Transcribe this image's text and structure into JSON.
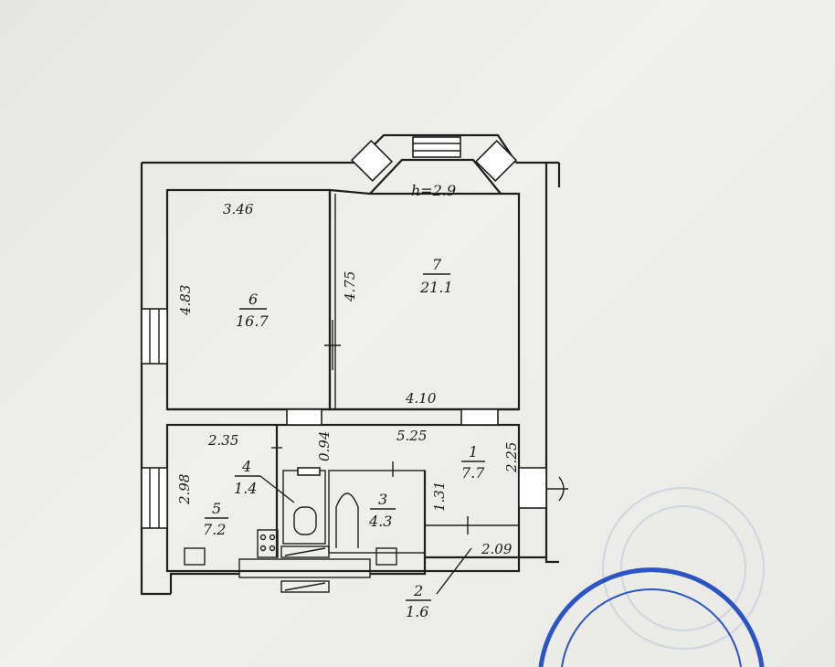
{
  "plan": {
    "ceiling_height": "h=2.9",
    "rooms": [
      {
        "number": "6",
        "area": "16.7"
      },
      {
        "number": "7",
        "area": "21.1"
      },
      {
        "number": "4",
        "area": "1.4"
      },
      {
        "number": "5",
        "area": "7.2"
      },
      {
        "number": "3",
        "area": "4.3"
      },
      {
        "number": "1",
        "area": "7.7"
      },
      {
        "number": "2",
        "area": "1.6"
      }
    ],
    "dimensions": {
      "room6_width": "3.46",
      "room6_height": "4.83",
      "room7_height": "4.75",
      "room7_width": "4.10",
      "room5_width": "2.35",
      "room5_height": "2.98",
      "room4_depth": "0.94",
      "corridor_width": "5.25",
      "room1_height": "2.25",
      "room3_height": "1.31",
      "room2_width": "2.09"
    }
  },
  "stamps": [
    "faded-round-stamp",
    "blue-round-stamp"
  ]
}
